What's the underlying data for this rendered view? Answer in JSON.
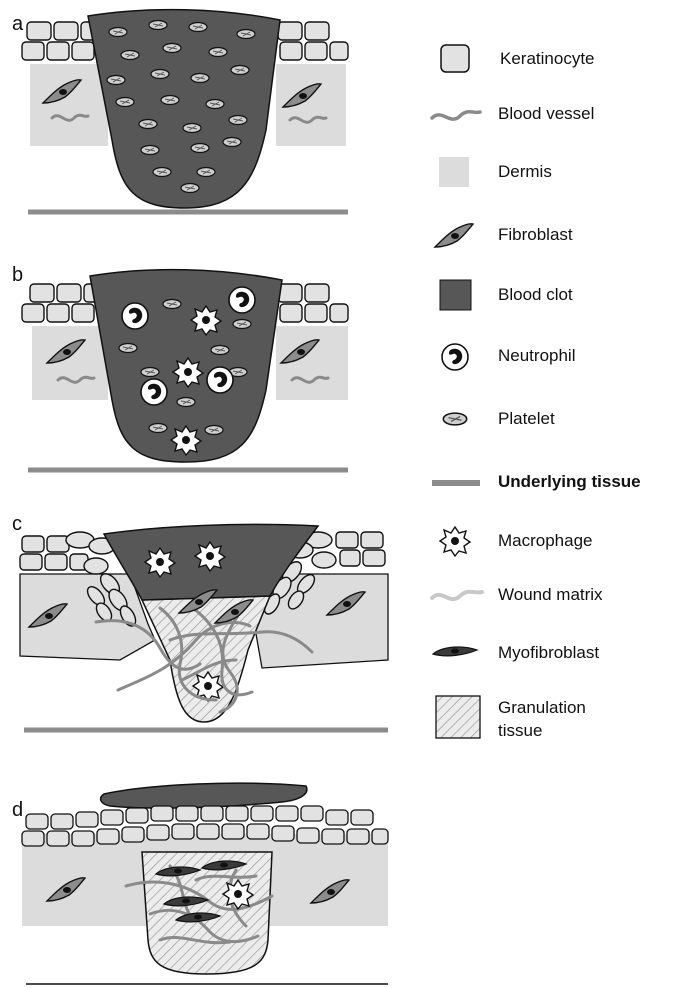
{
  "panels": [
    {
      "id": "a",
      "label": "a"
    },
    {
      "id": "b",
      "label": "b"
    },
    {
      "id": "c",
      "label": "c"
    },
    {
      "id": "d",
      "label": "d"
    }
  ],
  "legend": {
    "keratinocyte": "Keratinocyte",
    "blood_vessel": "Blood vessel",
    "dermis": "Dermis",
    "fibroblast": "Fibroblast",
    "blood_clot": "Blood clot",
    "neutrophil": "Neutrophil",
    "platelet": "Platelet",
    "underlying_tissue": "Underlying tissue",
    "macrophage": "Macrophage",
    "wound_matrix": "Wound matrix",
    "myofibroblast": "Myofibroblast",
    "granulation_tissue_line1": "Granulation",
    "granulation_tissue_line2": "tissue"
  },
  "colors": {
    "clot": "#575757",
    "dermis": "#dcdcdc",
    "keratinocyte": "#e2e2e2",
    "underlying": "#8c8c8c",
    "vessel": "#8a8a8a",
    "matrix": "#c8c8c8",
    "outline": "#111111"
  }
}
